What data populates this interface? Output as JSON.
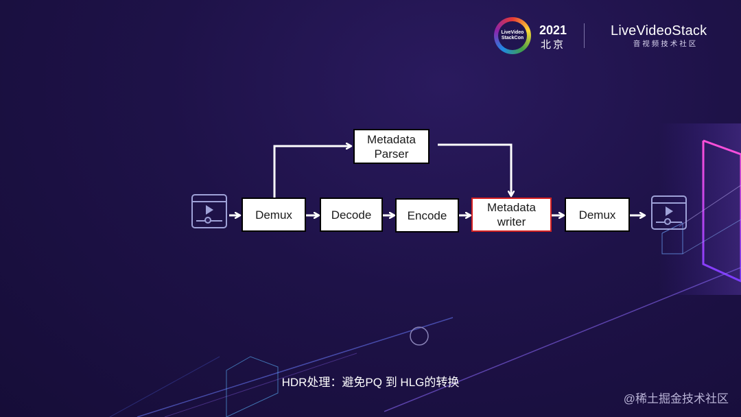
{
  "header": {
    "logo_text": "LiveVideo StackCon",
    "year": "2021",
    "city": "北京",
    "brand": "LiveVideoStack",
    "brand_sub": "音视频技术社区"
  },
  "diagram": {
    "nodes": [
      {
        "id": "demux-in",
        "label": "Demux",
        "highlight": false
      },
      {
        "id": "decode",
        "label": "Decode",
        "highlight": false
      },
      {
        "id": "encode",
        "label": "Encode",
        "highlight": false
      },
      {
        "id": "metadata-writer",
        "label": "Metadata\nwriter",
        "highlight": true
      },
      {
        "id": "demux-out",
        "label": "Demux",
        "highlight": false
      },
      {
        "id": "metadata-parser",
        "label": "Metadata\nParser",
        "highlight": false
      }
    ],
    "edges": [
      [
        "input-video",
        "demux-in"
      ],
      [
        "demux-in",
        "decode"
      ],
      [
        "decode",
        "encode"
      ],
      [
        "encode",
        "metadata-writer"
      ],
      [
        "metadata-writer",
        "demux-out"
      ],
      [
        "demux-out",
        "output-video"
      ],
      [
        "demux-in",
        "metadata-parser"
      ],
      [
        "metadata-parser",
        "metadata-writer"
      ]
    ],
    "input_icon": "video-player-icon",
    "output_icon": "video-player-icon",
    "highlight_color": "#d62020"
  },
  "caption": "HDR处理：避免PQ 到 HLG的转换",
  "watermark": "@稀土掘金技术社区"
}
